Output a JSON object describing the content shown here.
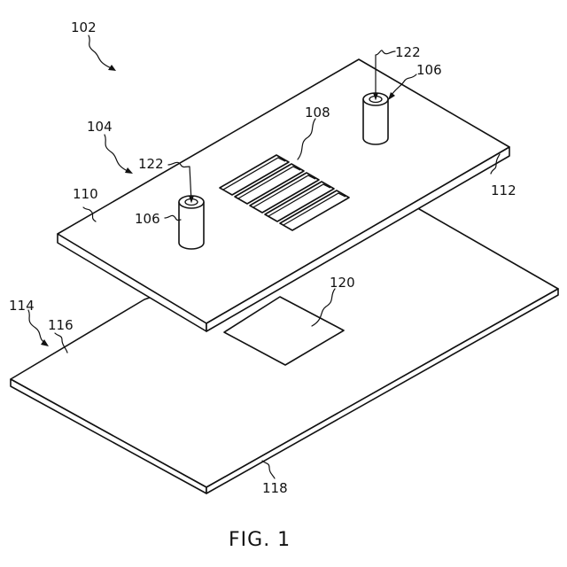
{
  "figure": {
    "caption": "FIG. 1",
    "labels": {
      "assembly": "102",
      "upper_layer": "104",
      "posts": "106",
      "slots": "108",
      "upper_left_edge": "110",
      "upper_right_edge": "112",
      "lower_layer": "114",
      "lower_left_edge": "116",
      "lower_front_edge": "118",
      "pad_area": "120",
      "post_bores": "122"
    },
    "colors": {
      "line": "#111111",
      "background": "#ffffff"
    }
  }
}
